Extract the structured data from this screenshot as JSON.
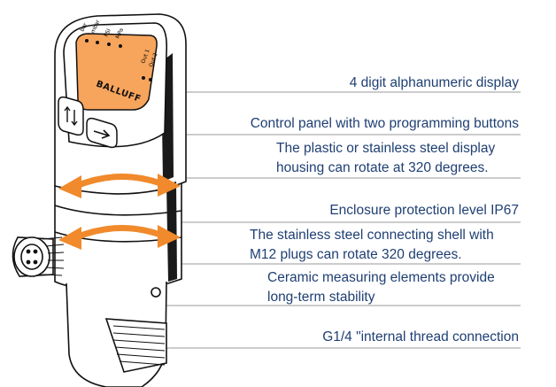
{
  "product": {
    "brand": "BALLUFF",
    "display_labels": [
      "bar",
      "mbar",
      "PSI",
      "MPa"
    ],
    "output_labels": [
      "Out 1",
      "Out 2"
    ]
  },
  "callouts": [
    {
      "id": "display",
      "lines": [
        "4 digit alphanumeric display"
      ]
    },
    {
      "id": "control",
      "lines": [
        "Control panel with two programming buttons"
      ]
    },
    {
      "id": "housing",
      "lines": [
        "The plastic or stainless steel display",
        "housing can rotate at 320 degrees."
      ]
    },
    {
      "id": "ip67",
      "lines": [
        "Enclosure protection level IP67"
      ]
    },
    {
      "id": "shell",
      "lines": [
        "The stainless steel connecting shell with",
        "M12 plugs can rotate 320 degrees."
      ]
    },
    {
      "id": "ceramic",
      "lines": [
        "Ceramic measuring elements provide",
        "long-term stability"
      ]
    },
    {
      "id": "thread",
      "lines": [
        "G1/4 \"internal thread connection"
      ]
    }
  ],
  "colors": {
    "text": "#1f3f73",
    "display": "#f7a45c",
    "arrow": "#f08a2c",
    "leader": "#9a9a9a",
    "outline": "#111111"
  }
}
